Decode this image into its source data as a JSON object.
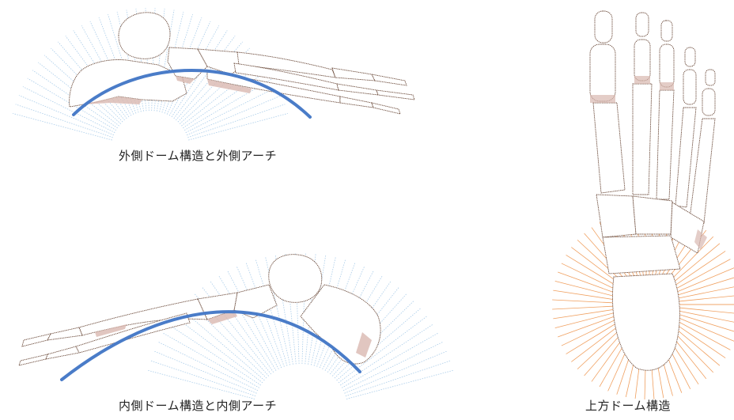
{
  "captions": {
    "lateral": "外側ドーム構造と外側アーチ",
    "medial": "内側ドーム構造と内側アーチ",
    "upper": "上方ドーム構造"
  },
  "colors": {
    "background": "#ffffff",
    "bone_outline": "#6b4a3a",
    "bone_shade": "#d9b8b0",
    "dome_lines_side": "#a9cce9",
    "dome_lines_top": "#f0a060",
    "arch_curve": "#4a7cc8",
    "text": "#222222"
  },
  "figures": [
    {
      "id": "lateral-foot",
      "view": "lateral",
      "icon": "foot-skeleton-side-icon"
    },
    {
      "id": "medial-foot",
      "view": "medial",
      "icon": "foot-skeleton-side-icon"
    },
    {
      "id": "top-foot",
      "view": "superior",
      "icon": "foot-skeleton-top-icon"
    }
  ]
}
